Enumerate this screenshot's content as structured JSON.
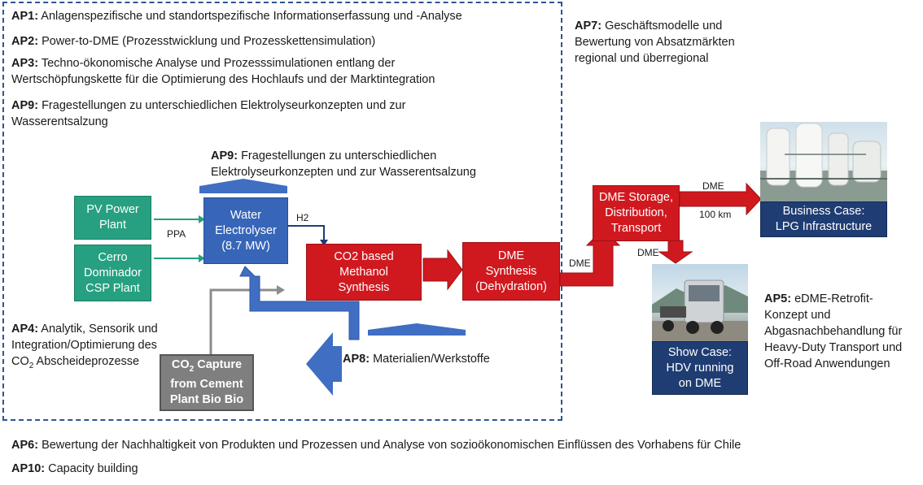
{
  "texts": {
    "ap1_tag": "AP1:",
    "ap1_text": " Anlagenspezifische und standortspezifische Informationserfassung und -Analyse",
    "ap2_tag": "AP2:",
    "ap2_text": " Power-to-DME (Prozesstwicklung und Prozesskettensimulation)",
    "ap3_tag": "AP3:",
    "ap3_line1": " Techno-ökonomische Analyse und Prozesssimulationen entlang der",
    "ap3_line2": "Wertschöpfungskette für die Optimierung des Hochlaufs und der Marktintegration",
    "ap9_tag": "AP9:",
    "ap9_line1": " Fragestellungen zu unterschiedlichen Elektrolyseurkonzepten und zur",
    "ap9_line2": "Wasserentsalzung",
    "ap9b_tag": "AP9:",
    "ap9b_line1": " Fragestellungen zu unterschiedlichen",
    "ap9b_line2": "Elektrolyseurkonzepten und zur Wasserentsalzung",
    "ap7_tag": "AP7:",
    "ap7_line1": " Geschäftsmodelle und",
    "ap7_line2": "Bewertung von Absatzmärkten",
    "ap7_line3": "regional und überregional",
    "ap4_tag": "AP4:",
    "ap4_line1": " Analytik, Sensorik und",
    "ap4_line2": "Integration/Optimierung des",
    "ap4_line3a": "CO",
    "ap4_line3sub": "2",
    "ap4_line3b": " Abscheideprozesse",
    "ap8_tag": "AP8:",
    "ap8_text": " Materialien/Werkstoffe",
    "ap5_tag": "AP5:",
    "ap5_line1": " eDME-Retrofit-",
    "ap5_line2": "Konzept und",
    "ap5_line3": "Abgasnachbehandlung für",
    "ap5_line4": "Heavy-Duty Transport und",
    "ap5_line5": "Off-Road Anwendungen",
    "ap6_tag": "AP6:",
    "ap6_text": " Bewertung der Nachhaltigkeit von Produkten und Prozessen und Analyse von sozioökonomischen Einflüssen des Vorhabens für Chile",
    "ap10_tag": "AP10:",
    "ap10_text": " Capacity building"
  },
  "boxes": {
    "pv": "PV Power\nPlant",
    "csp": "Cerro\nDominador\nCSP Plant",
    "electrolyser": "Water\nElectrolyser\n(8.7 MW)",
    "methanol": "CO2 based\nMethanol\nSynthesis",
    "dme_synthesis": "DME\nSynthesis\n(Dehydration)",
    "dme_storage": "DME Storage,\nDistribution,\nTransport",
    "co2_line1a": "CO",
    "co2_line1sub": "2",
    "co2_line1b": " Capture",
    "co2_line2": "from Cement",
    "co2_line3": "Plant Bio Bio",
    "business_case": "Business Case:\nLPG Infrastructure",
    "show_case": "Show Case:\nHDV running\non DME"
  },
  "labels": {
    "ppa": "PPA",
    "h2": "H2",
    "dme_1": "DME",
    "dme_2": "DME",
    "dme_3": "DME",
    "distance": "100 km"
  },
  "colors": {
    "dashed_frame": "#2e5597",
    "green": "#26a080",
    "blue": "#3765b8",
    "red": "#d0191f",
    "grey": "#7f7f7f",
    "navy": "#1f3d73"
  }
}
